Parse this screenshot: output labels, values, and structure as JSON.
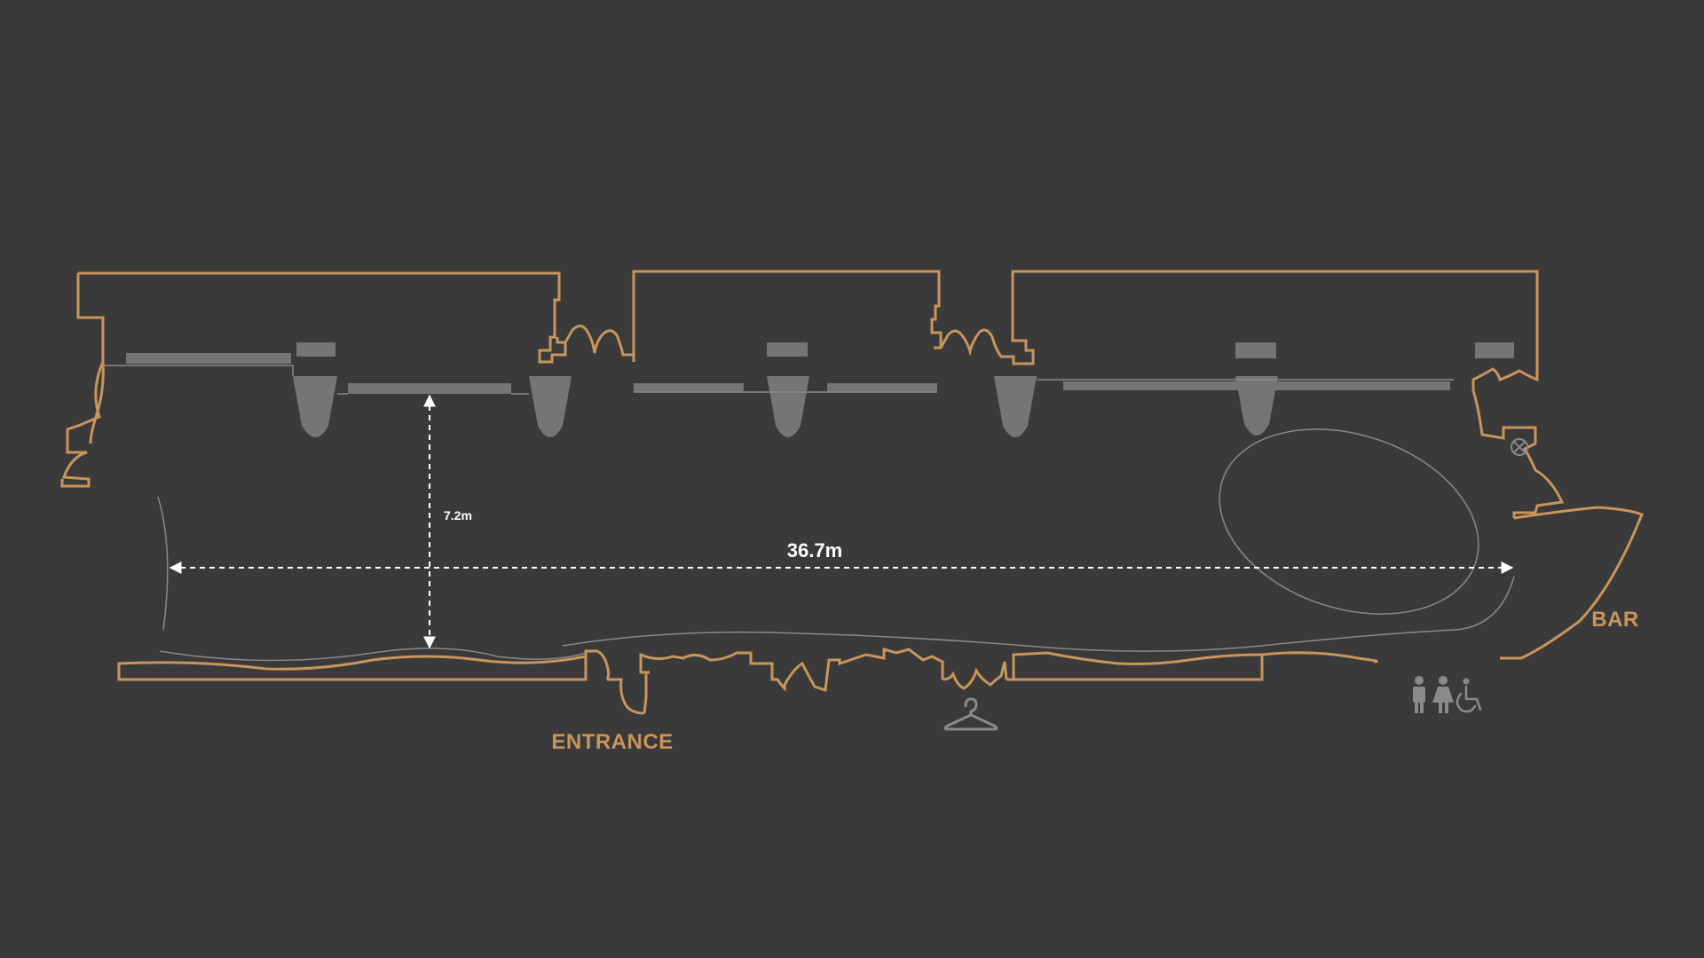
{
  "colors": {
    "background": "#3a3a3a",
    "wall": "#c8955c",
    "fixture": "#757575",
    "guide": "#8a8a8a",
    "dimension": "#ffffff",
    "label": "#c8955c",
    "icon": "#8a8a8a"
  },
  "dimensions": {
    "length_label": "36.7m",
    "width_label": "7.2m"
  },
  "labels": {
    "entrance": "ENTRANCE",
    "bar": "BAR"
  },
  "icons": [
    "coat-hanger-icon",
    "male-toilet-icon",
    "female-toilet-icon",
    "accessible-toilet-icon",
    "fire-exit-icon"
  ]
}
